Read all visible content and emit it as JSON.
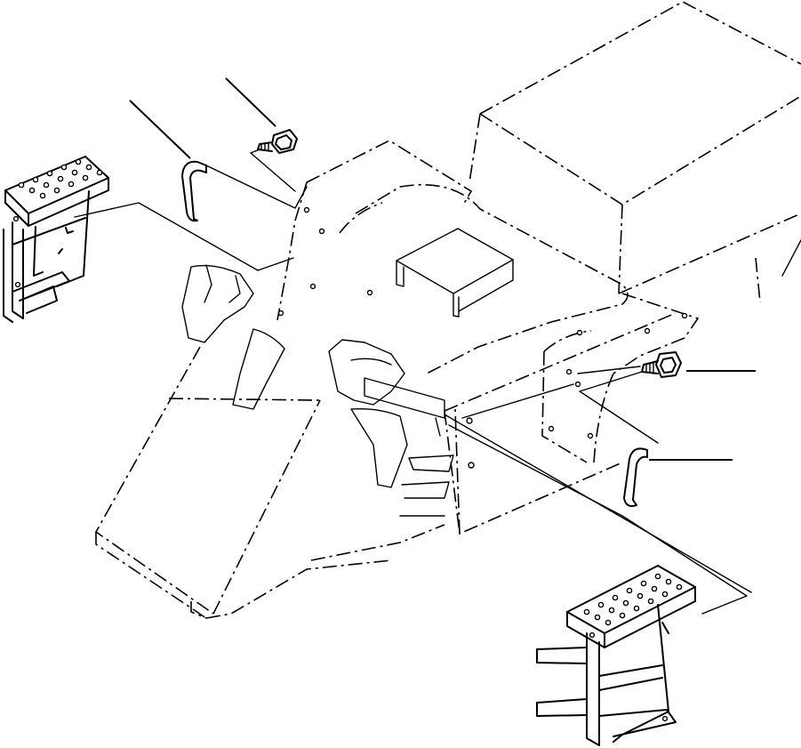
{
  "figure": {
    "type": "exploded-parts-diagram",
    "background": "#ffffff",
    "line_color": "#000000",
    "callouts": [
      {
        "part": "bolt-left"
      },
      {
        "part": "handrail-left"
      },
      {
        "part": "bolt-right"
      },
      {
        "part": "handrail-right"
      }
    ]
  }
}
